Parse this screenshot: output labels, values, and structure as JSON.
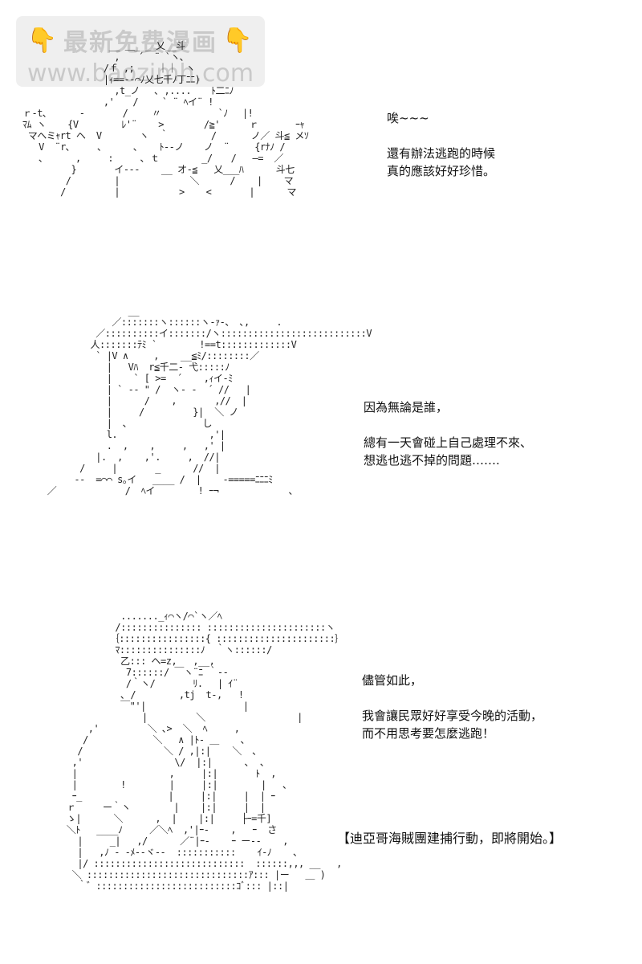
{
  "watermark": {
    "line1": "最新免费漫画",
    "line2": "www.baozimh.com",
    "hand_icon": "👇"
  },
  "panel1": {
    "line1": "唉~~~",
    "line2": "還有辦法逃跑的時候",
    "line3": "真的應該好好珍惜。"
  },
  "panel2": {
    "line1": "因為無論是誰，",
    "line2": "總有一天會碰上自己處理不來、",
    "line3": "想逃也逃不掉的問題……."
  },
  "panel3": {
    "line1": "儘管如此，",
    "line2": "我會讓民眾好好享受今晚的活動，",
    "line3": "而不用思考要怎麼逃跑！",
    "announcement": "【迪亞哥海賊團建捕行動，即將開始。】"
  }
}
